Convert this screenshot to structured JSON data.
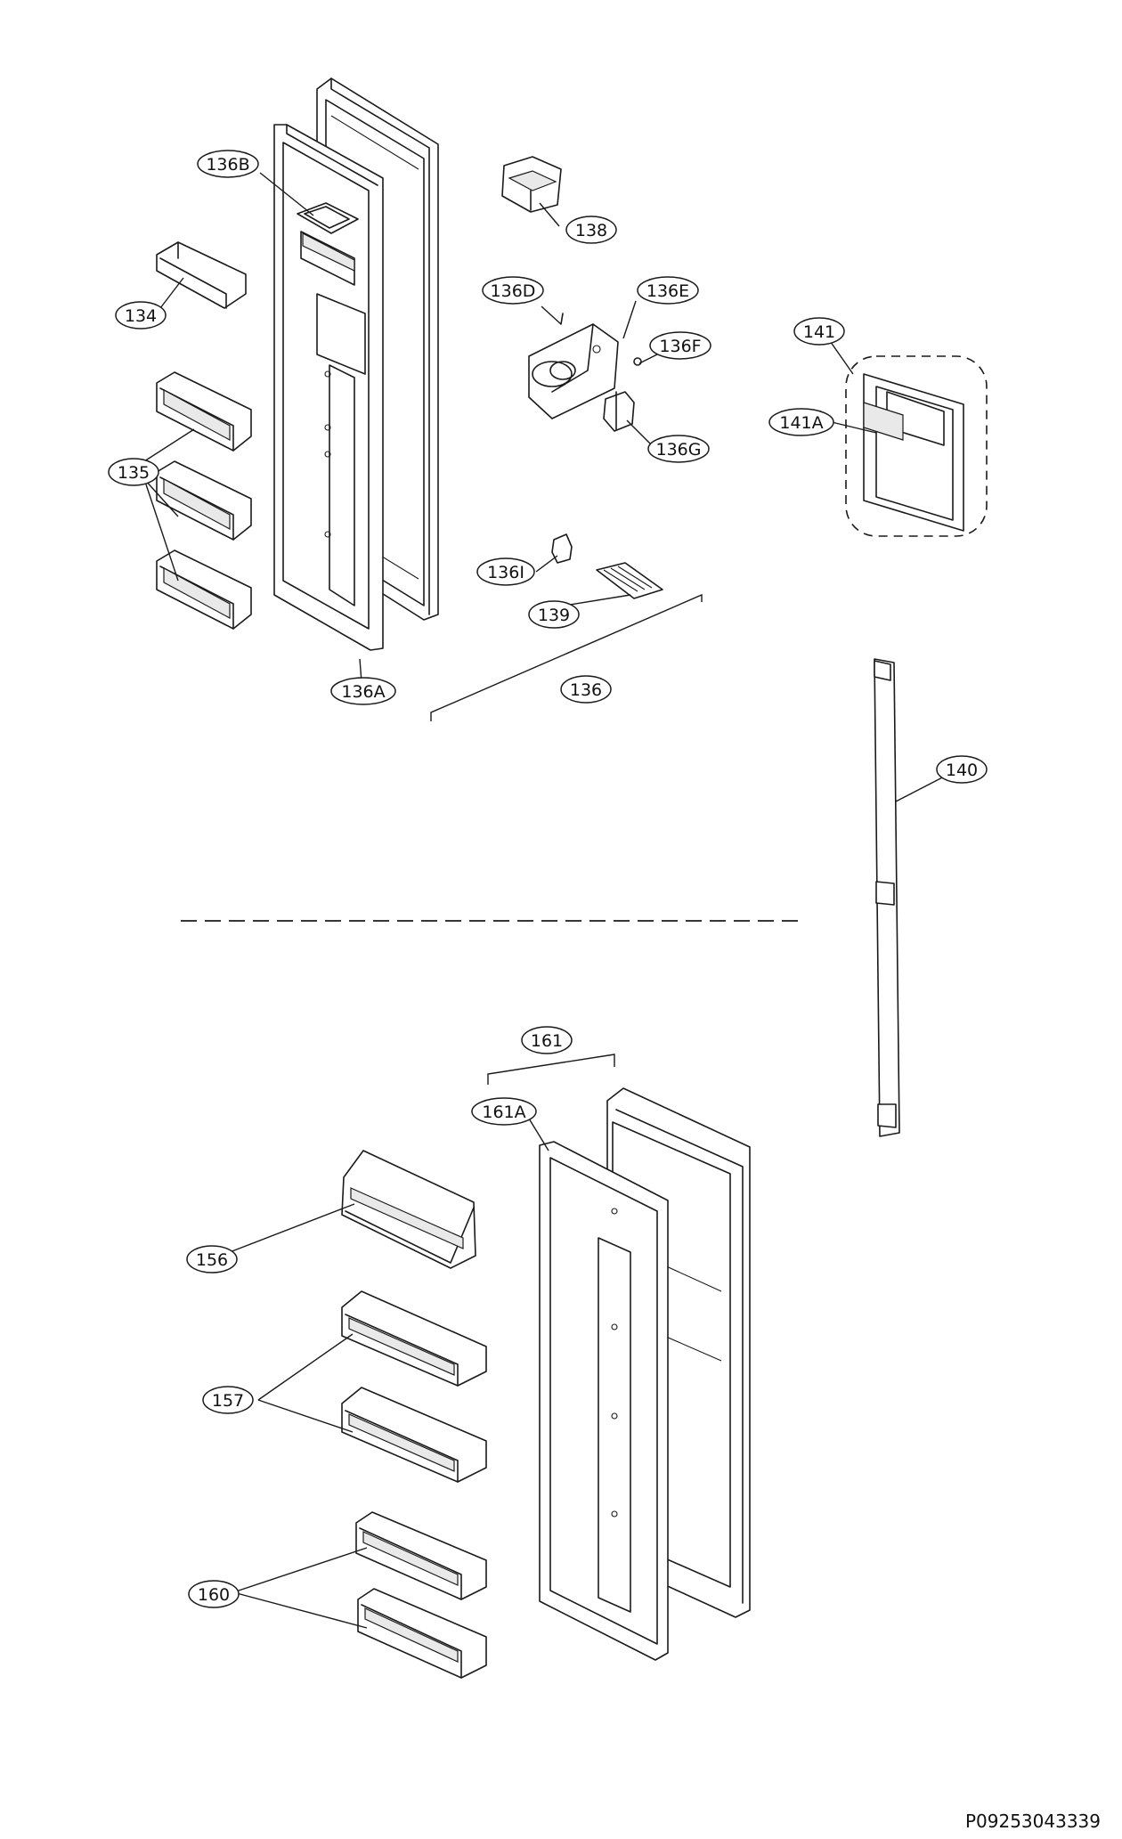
{
  "callouts": {
    "c136B": "136B",
    "c138": "138",
    "c134": "134",
    "c136D": "136D",
    "c136E": "136E",
    "c136F": "136F",
    "c141": "141",
    "c141A": "141A",
    "c136G": "136G",
    "c135": "135",
    "c136I": "136I",
    "c139": "139",
    "c136A": "136A",
    "c136": "136",
    "c140": "140",
    "c161": "161",
    "c161A": "161A",
    "c156": "156",
    "c157": "157",
    "c160": "160"
  },
  "reference_code": "P09253043339"
}
